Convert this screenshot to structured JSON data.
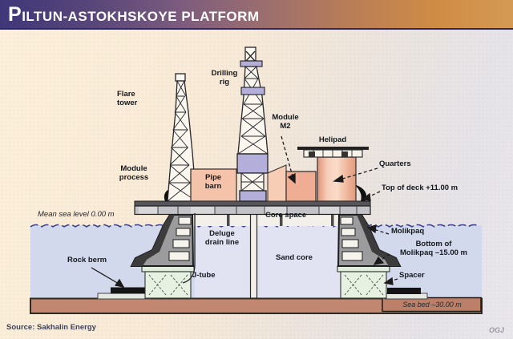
{
  "title": "PILTUN-ASTOKHSKOYE PLATFORM",
  "source": "Source: Sakhalin Energy",
  "credit": "OGJ",
  "labels": {
    "flare_tower": "Flare\ntower",
    "drilling_rig": "Drilling\nrig",
    "module_m2": "Module\nM2",
    "helipad": "Helipad",
    "quarters": "Quarters",
    "top_of_deck": "Top of deck +11.00 m",
    "module_process": "Module\nprocess",
    "pipe_barn": "Pipe\nbarn",
    "mean_sea_level": "Mean sea level 0.00 m",
    "core_space": "Core space",
    "deluge_drain_line": "Deluge\ndrain line",
    "sand_core": "Sand core",
    "j_tube": "J-tube",
    "molikpaq": "Molikpaq",
    "bottom_of_molikpaq": "Bottom of\nMolikpaq –15.00 m",
    "spacer": "Spacer",
    "rock_berm": "Rock berm",
    "sea_bed": "Sea bed –30.00 m"
  },
  "colors": {
    "banner_left": "#3f3779",
    "banner_right": "#d49a55",
    "water": "#d3d9ec",
    "waterline": "#3c418f",
    "sand_core": "#e1e3f2",
    "seabed_brown": "#c28770",
    "module_pink": "#f5c3aa",
    "module_m2_pink": "#efae93",
    "substructure_purple": "#b3aeda",
    "spacer_green": "#e7f1e2",
    "leg_gray": "#9c9c9e"
  }
}
